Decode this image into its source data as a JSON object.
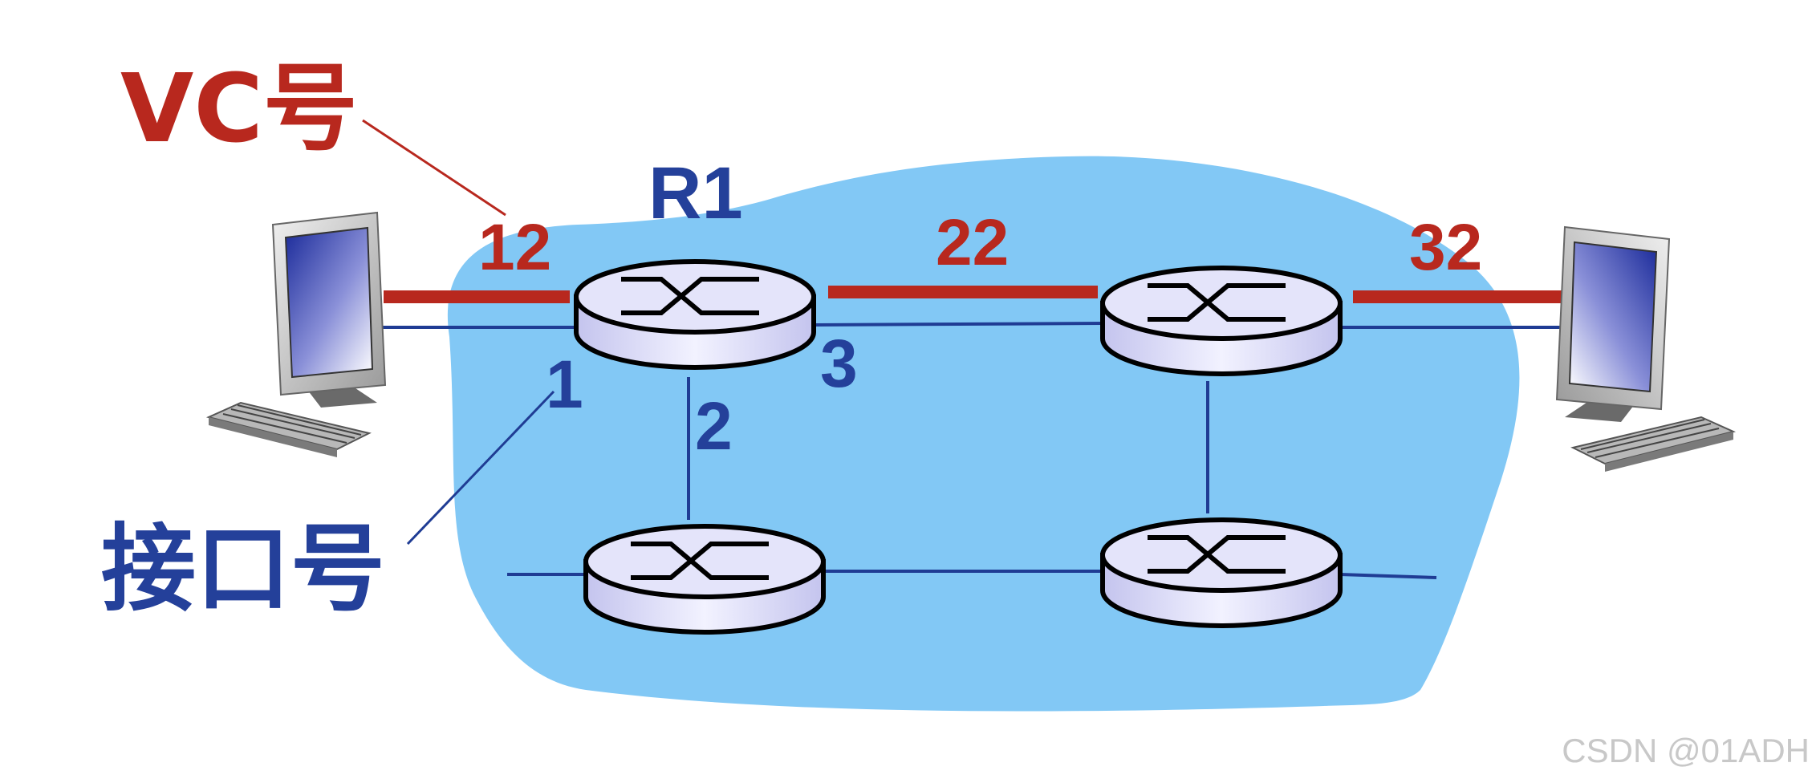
{
  "colors": {
    "cloud": "#82c8f5",
    "vc_red": "#b8281e",
    "iface_blue": "#24409a",
    "link_blue": "#1f3c94",
    "router_fill": "#dcdcf6",
    "router_stroke": "#000000",
    "watermark": "#c8c8c8"
  },
  "labels": {
    "vc_title": "VC号",
    "iface_title": "接口号",
    "router_name": "R1",
    "vc_in": "12",
    "vc_mid": "22",
    "vc_out": "32",
    "iface_1": "1",
    "iface_2": "2",
    "iface_3": "3"
  },
  "icons": {
    "router": "router-icon",
    "computer": "computer-icon"
  },
  "watermark": "CSDN @01ADH"
}
